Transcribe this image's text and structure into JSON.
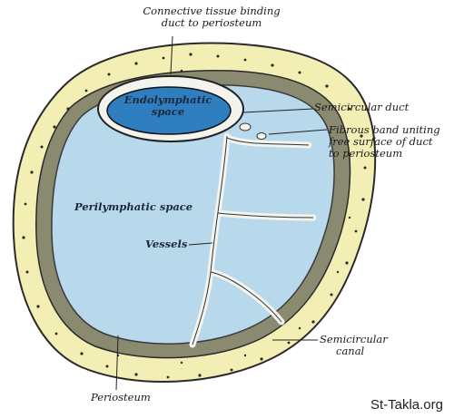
{
  "labels": {
    "connective_line1": "Connective tissue binding",
    "connective_line2": "duct to periosteum",
    "endolymphatic_line1": "Endolymphatic",
    "endolymphatic_line2": "space",
    "semicircular_duct": "Semicircular duct",
    "fibrous_line1": "Fibrous band uniting",
    "fibrous_line2": "free surface of duct",
    "fibrous_line3": "to periosteum",
    "perilymphatic": "Perilymphatic space",
    "vessels": "Vessels",
    "canal_line1": "Semicircular",
    "canal_line2": "canal",
    "periosteum": "Periosteum"
  },
  "watermark": "St-Takla.org",
  "colors": {
    "bone": "#f2eeb4",
    "periosteum": "#6b6b55",
    "perilymph": "#b8d8ec",
    "endolymph": "#2f7fc0",
    "duct_wall": "#f4f4ee",
    "outline": "#1e1e1e"
  }
}
